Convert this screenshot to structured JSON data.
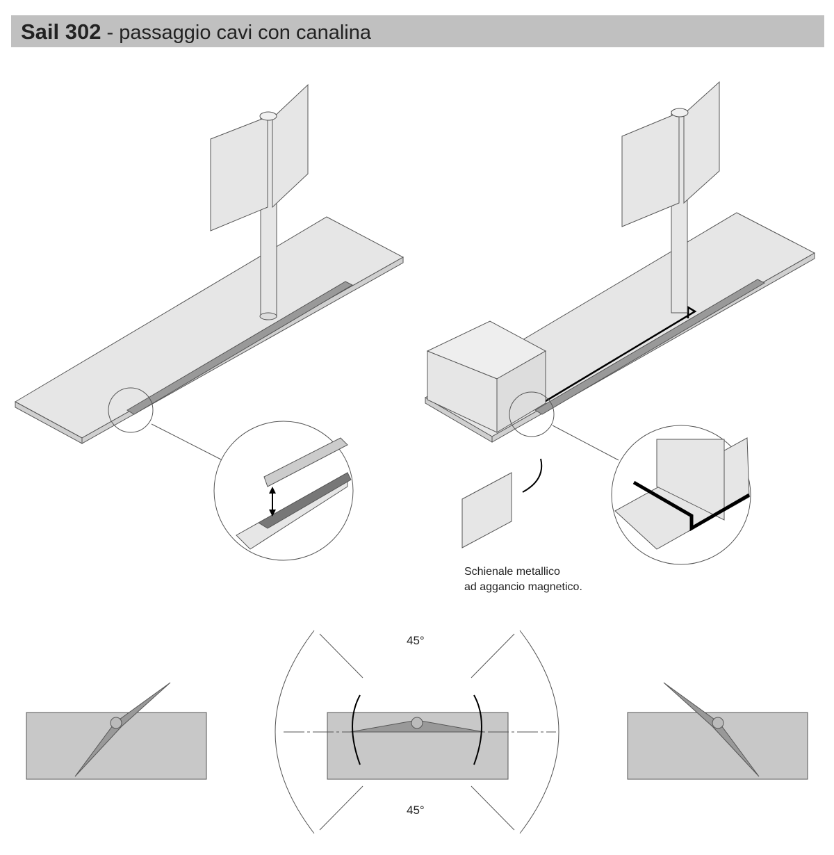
{
  "header": {
    "model": "Sail 302",
    "subtitle": " - passaggio cavi con canalina"
  },
  "caption": {
    "line1": "Schienale metallico",
    "line2": "ad aggancio magnetico."
  },
  "angles": {
    "top": "45°",
    "bottom": "45°"
  },
  "colors": {
    "header_bg": "#c0c0c0",
    "surface": "#e6e6e6",
    "plan_fill": "#c8c8c8",
    "stroke": "#555555"
  }
}
